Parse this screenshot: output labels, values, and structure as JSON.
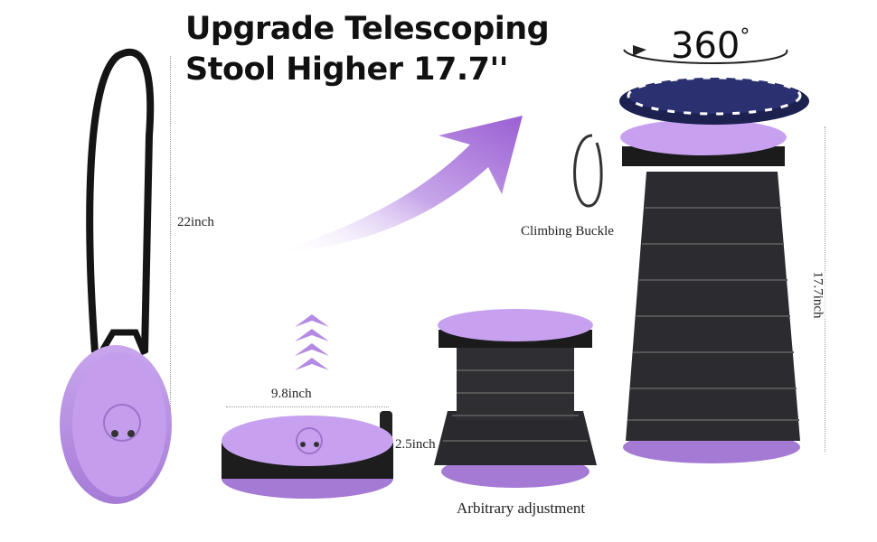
{
  "title": {
    "line1": "Upgrade Telescoping",
    "line2": "Stool Higher 17.7''"
  },
  "labels": {
    "strap_height": "22inch",
    "rotation": "360",
    "rotation_degree": "°",
    "buckle": "Climbing Buckle",
    "extended_height": "17.7inch",
    "diameter": "9.8inch",
    "folded_height": "2.5inch",
    "adjustment": "Arbitrary adjustment"
  },
  "colors": {
    "purple": "#b68ee0",
    "purple_dark": "#8d5fc0",
    "body": "#2b2b2f",
    "cushion": "#1c2150"
  }
}
